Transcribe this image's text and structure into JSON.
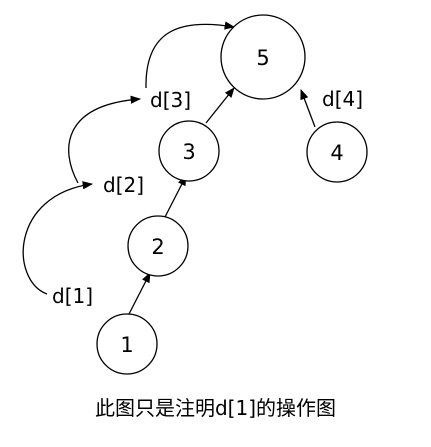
{
  "nodes": [
    {
      "id": "n5",
      "label": "5"
    },
    {
      "id": "n3",
      "label": "3"
    },
    {
      "id": "n4",
      "label": "4"
    },
    {
      "id": "n2",
      "label": "2"
    },
    {
      "id": "n1",
      "label": "1"
    }
  ],
  "labels": {
    "d1": "d[1]",
    "d2": "d[2]",
    "d3": "d[3]",
    "d4": "d[4]"
  },
  "caption": "此图只是注明d[1]的操作图"
}
